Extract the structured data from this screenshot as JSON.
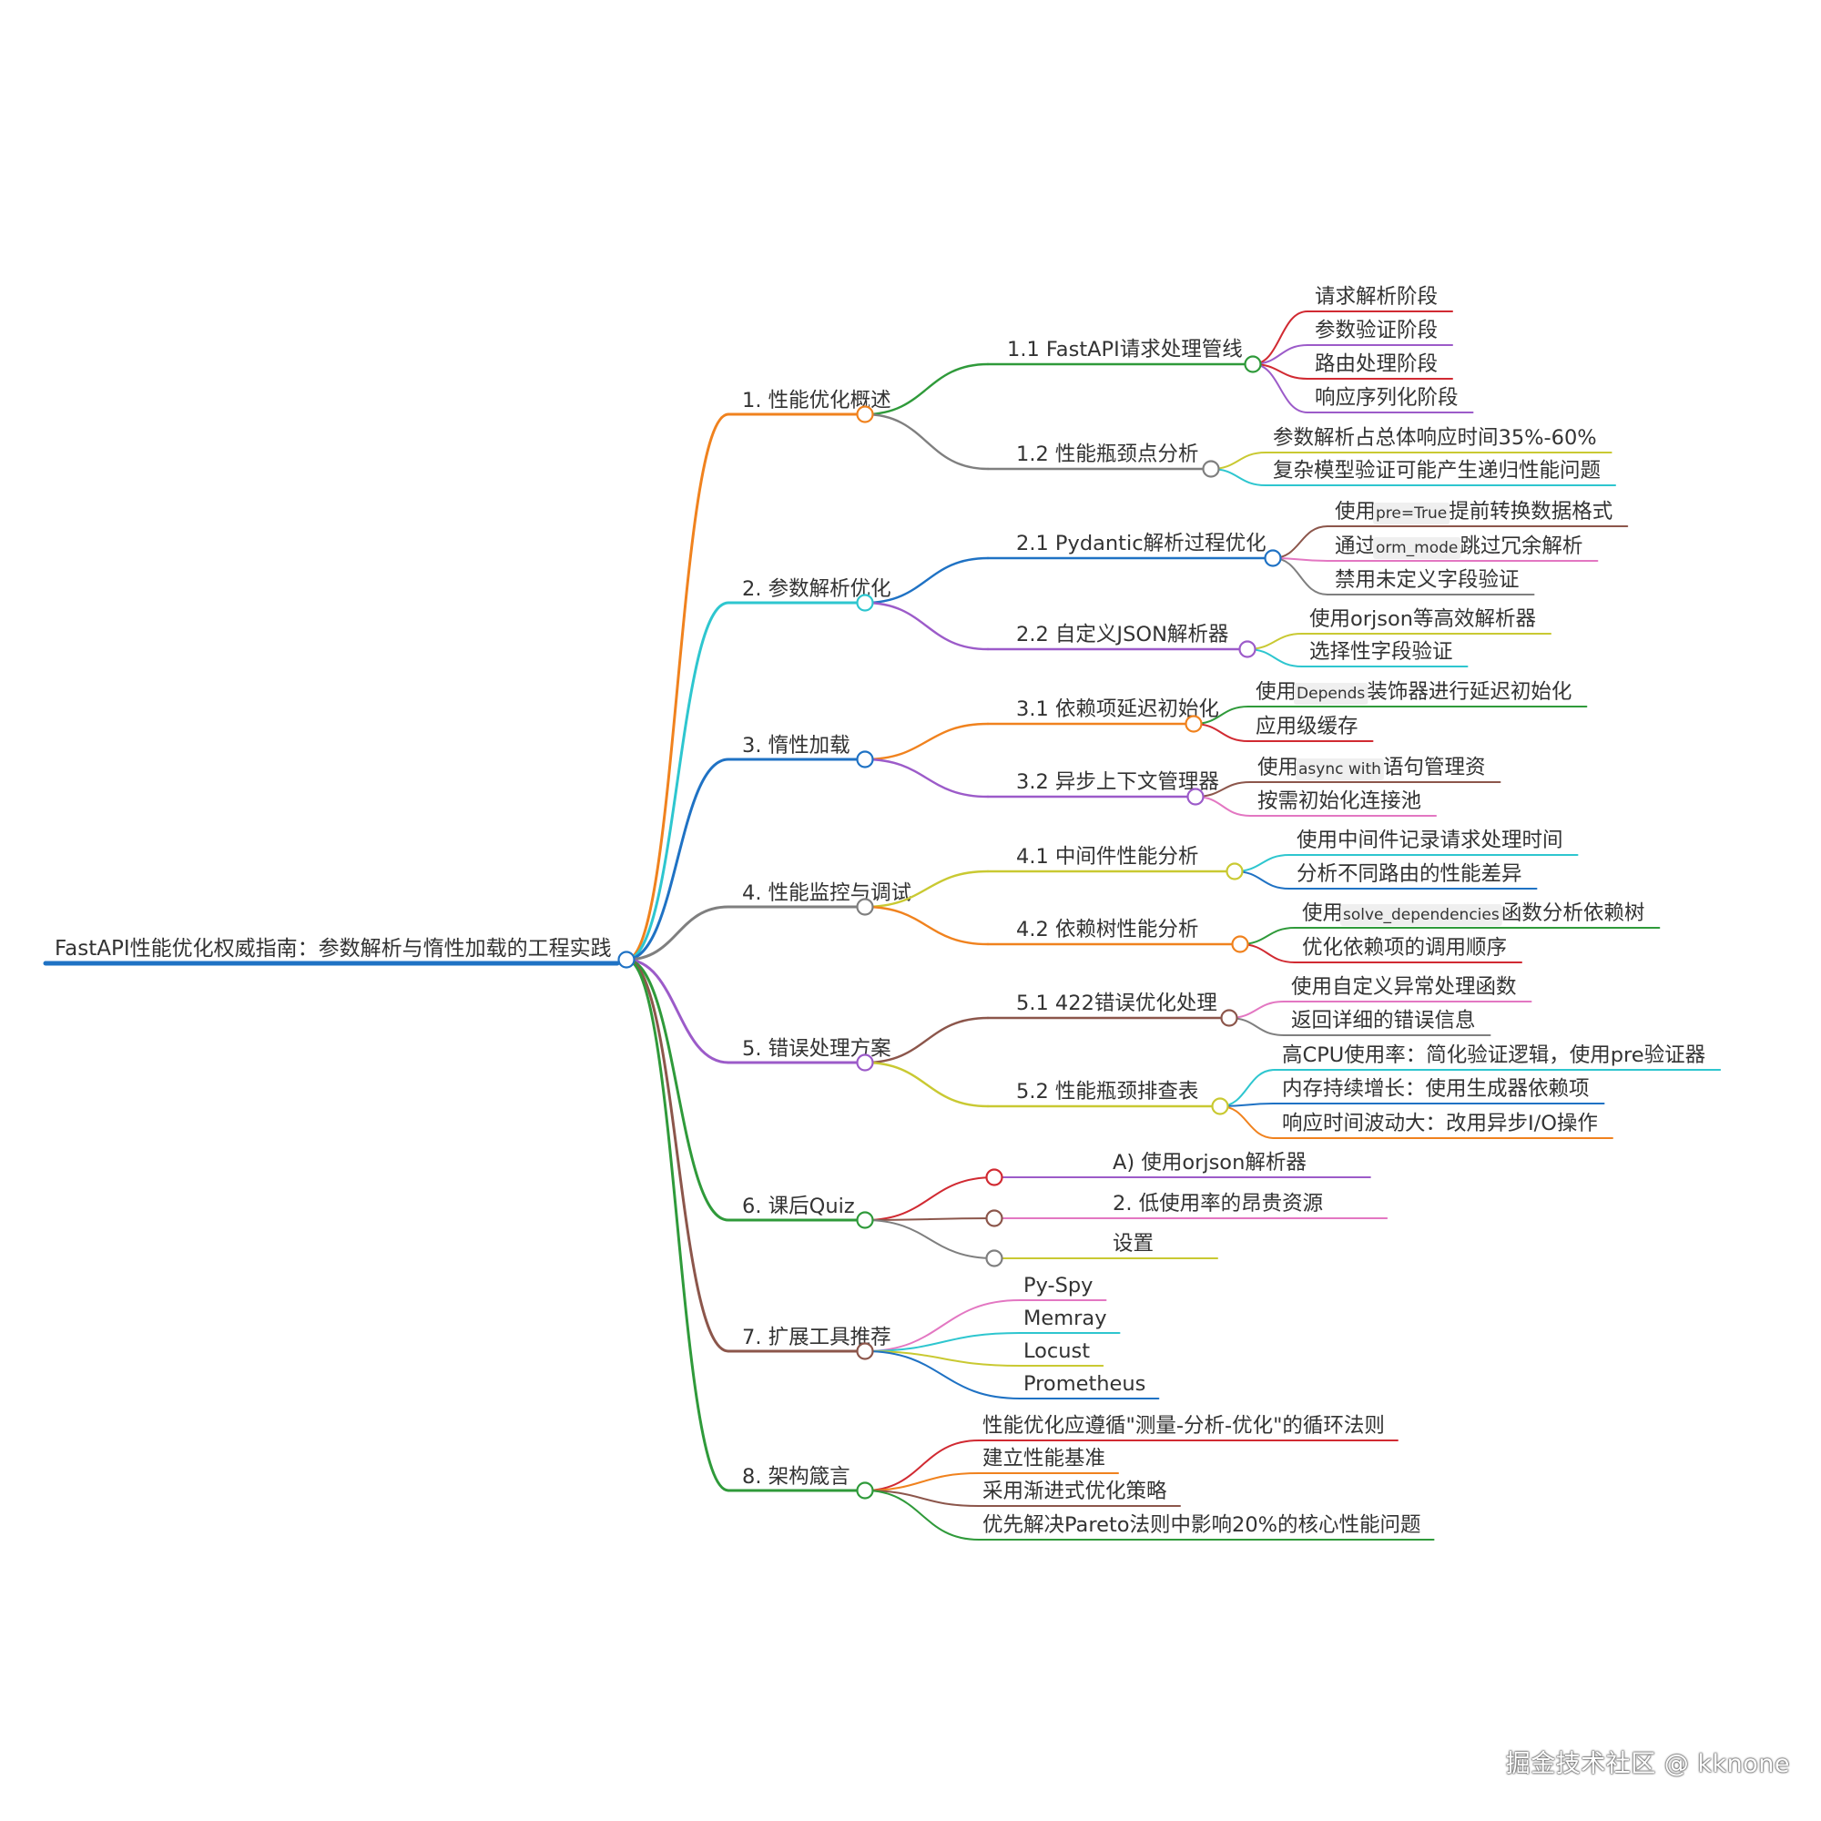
{
  "root": {
    "label": "FastAPI性能优化权威指南：参数解析与惰性加载的工程实践",
    "color": "#1f72c4"
  },
  "branches": [
    {
      "label": "1. 性能优化概述",
      "color": "#f0821e",
      "children": [
        {
          "label": "1.1 FastAPI请求处理管线",
          "color": "#2f9a3a",
          "children": [
            {
              "segments": [
                {
                  "text": "请求解析阶段"
                }
              ],
              "color": "#d12a32"
            },
            {
              "segments": [
                {
                  "text": "参数验证阶段"
                }
              ],
              "color": "#9c5bc9"
            },
            {
              "segments": [
                {
                  "text": "路由处理阶段"
                }
              ],
              "color": "#d12a32"
            },
            {
              "segments": [
                {
                  "text": "响应序列化阶段"
                }
              ],
              "color": "#9c5bc9"
            }
          ]
        },
        {
          "label": "1.2 性能瓶颈点分析",
          "color": "#7f7f7f",
          "children": [
            {
              "segments": [
                {
                  "text": "参数解析占总体响应时间35%-60%"
                }
              ],
              "color": "#c9c932"
            },
            {
              "segments": [
                {
                  "text": "复杂模型验证可能产生递归性能问题"
                }
              ],
              "color": "#2ec6cf"
            }
          ]
        }
      ]
    },
    {
      "label": "2. 参数解析优化",
      "color": "#2ec6cf",
      "children": [
        {
          "label": "2.1 Pydantic解析过程优化",
          "color": "#1f72c4",
          "children": [
            {
              "segments": [
                {
                  "text": "使用 "
                },
                {
                  "text": "pre=True",
                  "code": true
                },
                {
                  "text": " 提前转换数据格式"
                }
              ],
              "color": "#8c564b"
            },
            {
              "segments": [
                {
                  "text": "通过 "
                },
                {
                  "text": "orm_mode",
                  "code": true
                },
                {
                  "text": " 跳过冗余解析"
                }
              ],
              "color": "#e377c2"
            },
            {
              "segments": [
                {
                  "text": "禁用未定义字段验证"
                }
              ],
              "color": "#7f7f7f"
            }
          ]
        },
        {
          "label": "2.2 自定义JSON解析器",
          "color": "#9c5bc9",
          "children": [
            {
              "segments": [
                {
                  "text": "使用orjson等高效解析器"
                }
              ],
              "color": "#c9c932"
            },
            {
              "segments": [
                {
                  "text": "选择性字段验证"
                }
              ],
              "color": "#2ec6cf"
            }
          ]
        }
      ]
    },
    {
      "label": "3. 惰性加载",
      "color": "#1f72c4",
      "children": [
        {
          "label": "3.1 依赖项延迟初始化",
          "color": "#f0821e",
          "children": [
            {
              "segments": [
                {
                  "text": "使用 "
                },
                {
                  "text": "Depends",
                  "code": true
                },
                {
                  "text": " 装饰器进行延迟初始化"
                }
              ],
              "color": "#2f9a3a"
            },
            {
              "segments": [
                {
                  "text": "应用级缓存"
                }
              ],
              "color": "#d12a32"
            }
          ]
        },
        {
          "label": "3.2 异步上下文管理器",
          "color": "#9c5bc9",
          "children": [
            {
              "segments": [
                {
                  "text": "使用 "
                },
                {
                  "text": "async with",
                  "code": true
                },
                {
                  "text": " 语句管理资"
                }
              ],
              "color": "#8c564b"
            },
            {
              "segments": [
                {
                  "text": "按需初始化连接池"
                }
              ],
              "color": "#e377c2"
            }
          ]
        }
      ]
    },
    {
      "label": "4. 性能监控与调试",
      "color": "#7f7f7f",
      "children": [
        {
          "label": "4.1 中间件性能分析",
          "color": "#c9c932",
          "children": [
            {
              "segments": [
                {
                  "text": "使用中间件记录请求处理时间"
                }
              ],
              "color": "#2ec6cf"
            },
            {
              "segments": [
                {
                  "text": "分析不同路由的性能差异"
                }
              ],
              "color": "#1f72c4"
            }
          ]
        },
        {
          "label": "4.2 依赖树性能分析",
          "color": "#f0821e",
          "children": [
            {
              "segments": [
                {
                  "text": "使用 "
                },
                {
                  "text": "solve_dependencies",
                  "code": true
                },
                {
                  "text": " 函数分析依赖树"
                }
              ],
              "color": "#2f9a3a"
            },
            {
              "segments": [
                {
                  "text": "优化依赖项的调用顺序"
                }
              ],
              "color": "#d12a32"
            }
          ]
        }
      ]
    },
    {
      "label": "5. 错误处理方案",
      "color": "#9c5bc9",
      "children": [
        {
          "label": "5.1 422错误优化处理",
          "color": "#8c564b",
          "children": [
            {
              "segments": [
                {
                  "text": "使用自定义异常处理函数"
                }
              ],
              "color": "#e377c2"
            },
            {
              "segments": [
                {
                  "text": "返回详细的错误信息"
                }
              ],
              "color": "#7f7f7f"
            }
          ]
        },
        {
          "label": "5.2 性能瓶颈排查表",
          "color": "#c9c932",
          "children": [
            {
              "segments": [
                {
                  "text": "高CPU使用率：简化验证逻辑，使用pre验证器"
                }
              ],
              "color": "#2ec6cf"
            },
            {
              "segments": [
                {
                  "text": "内存持续增长：使用生成器依赖项"
                }
              ],
              "color": "#1f72c4"
            },
            {
              "segments": [
                {
                  "text": "响应时间波动大：改用异步I/O操作"
                }
              ],
              "color": "#f0821e"
            }
          ]
        }
      ]
    },
    {
      "label": "6. 课后Quiz",
      "color": "#2f9a3a",
      "children": [
        {
          "label": "A) 使用orjson解析器",
          "color": "#d12a32",
          "leafColor": "#9c5bc9",
          "children": []
        },
        {
          "label": "2. 低使用率的昂贵资源",
          "color": "#8c564b",
          "leafColor": "#e377c2",
          "children": []
        },
        {
          "label": "设置",
          "color": "#7f7f7f",
          "leafColor": "#c9c932",
          "children": []
        }
      ]
    },
    {
      "label": "7. 扩展工具推荐",
      "color": "#8c564b",
      "children": [
        {
          "label": "Py-Spy",
          "color": "#e377c2",
          "children": []
        },
        {
          "label": "Memray",
          "color": "#2ec6cf",
          "children": []
        },
        {
          "label": "Locust",
          "color": "#c9c932",
          "children": []
        },
        {
          "label": "Prometheus",
          "color": "#1f72c4",
          "children": []
        }
      ]
    },
    {
      "label": "8. 架构箴言",
      "color": "#2f9a3a",
      "children": [
        {
          "label": "性能优化应遵循\"测量-分析-优化\"的循环法则",
          "color": "#d12a32",
          "children": []
        },
        {
          "label": "建立性能基准",
          "color": "#f0821e",
          "children": []
        },
        {
          "label": "采用渐进式优化策略",
          "color": "#8c564b",
          "children": []
        },
        {
          "label": "优先解决Pareto法则中影响20%的核心性能问题",
          "color": "#2f9a3a",
          "children": []
        }
      ]
    }
  ],
  "watermark": "掘金技术社区 @ kknone"
}
